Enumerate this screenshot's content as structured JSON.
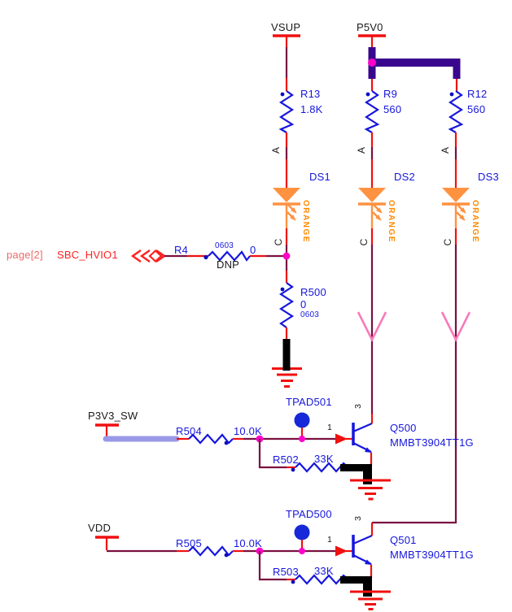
{
  "schematic": {
    "power_symbols": {
      "vsup": "VSUP",
      "p5v0": "P5V0",
      "p3v3_sw": "P3V3_SW",
      "vdd": "VDD"
    },
    "offpage_ref": {
      "page": "page[2]",
      "net": "SBC_HVIO1"
    },
    "resistors": {
      "r13": {
        "ref": "R13",
        "value": "1.8K"
      },
      "r9": {
        "ref": "R9",
        "value": "560"
      },
      "r12": {
        "ref": "R12",
        "value": "560"
      },
      "r4": {
        "ref": "R4",
        "value": "0",
        "footprint": "0603",
        "dnp": "DNP"
      },
      "r500": {
        "ref": "R500",
        "value": "0",
        "footprint": "0603"
      },
      "r504": {
        "ref": "R504",
        "value": "10.0K"
      },
      "r502": {
        "ref": "R502",
        "value": "33K"
      },
      "r505": {
        "ref": "R505",
        "value": "10.0K"
      },
      "r503": {
        "ref": "R503",
        "value": "33K"
      }
    },
    "leds": {
      "ds1": {
        "ref": "DS1",
        "color_label": "ORANGE"
      },
      "ds2": {
        "ref": "DS2",
        "color_label": "ORANGE"
      },
      "ds3": {
        "ref": "DS3",
        "color_label": "ORANGE"
      }
    },
    "transistors": {
      "q500": {
        "ref": "Q500",
        "part": "MMBT3904TT1G",
        "base_pin": "1",
        "collector_pin": "3"
      },
      "q501": {
        "ref": "Q501",
        "part": "MMBT3904TT1G",
        "base_pin": "1",
        "collector_pin": "3"
      }
    },
    "testpoints": {
      "tpad501": "TPAD501",
      "tpad500": "TPAD500"
    },
    "pin_names": {
      "anode": "A",
      "cathode": "C"
    }
  },
  "colors": {
    "wire_red": "#f01010",
    "net_maroon": "#7a1040",
    "component_blue": "#1616dd",
    "bus_purple": "#38078e",
    "highlight_periwinkle": "#9a99e8",
    "junction_magenta": "#ff00cc",
    "led_orange": "#ff9240",
    "arrow_pink": "#f97ab8",
    "ground_bar_black": "#000000"
  }
}
